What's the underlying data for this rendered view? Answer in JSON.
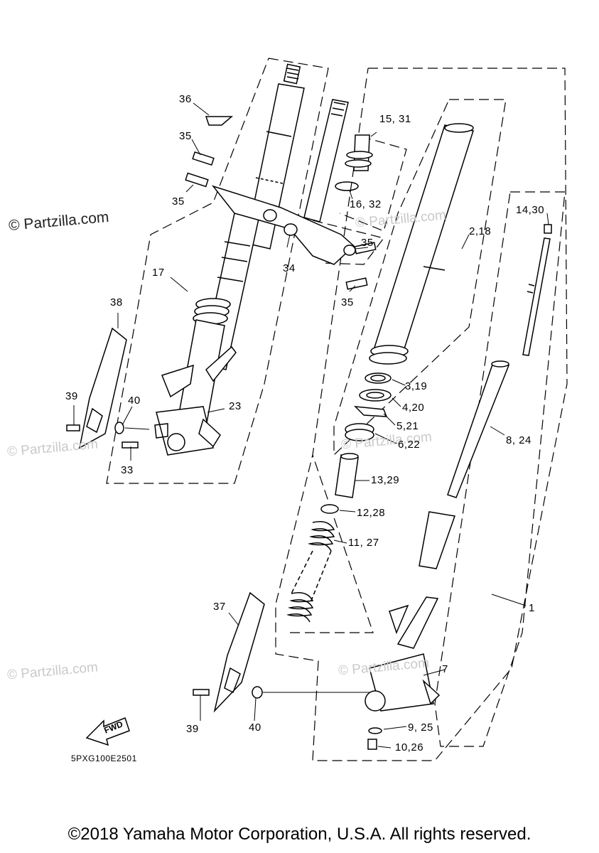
{
  "watermarks": {
    "main": "© Partzilla.com",
    "faint": "© Partzilla.com"
  },
  "diagram_code": "5PXG100E2501",
  "fwd_label": "FWD",
  "footer": "©2018 Yamaha Motor Corporation, U.S.A. All rights reserved.",
  "callouts": {
    "c36": "36",
    "c35a": "35",
    "c35b": "35",
    "c35c": "35",
    "c35d": "35",
    "c15_31": "15, 31",
    "c16_32": "16, 32",
    "c34": "34",
    "c17": "17",
    "c38": "38",
    "c39a": "39",
    "c40a": "40",
    "c33": "33",
    "c23": "23",
    "c2_18": "2,18",
    "c14_30": "14,30",
    "c3_19": "3,19",
    "c4_20": "4,20",
    "c5_21": "5,21",
    "c6_22": "6,22",
    "c8_24": "8, 24",
    "c13_29": "13,29",
    "c12_28": "12,28",
    "c11_27": "11, 27",
    "c1": "1",
    "c37": "37",
    "c7": "7",
    "c39b": "39",
    "c40b": "40",
    "c9_25": "9, 25",
    "c10_26": "10,26"
  },
  "colors": {
    "line": "#000000",
    "fill": "#ffffff",
    "watermark": "#c9c9c9"
  }
}
